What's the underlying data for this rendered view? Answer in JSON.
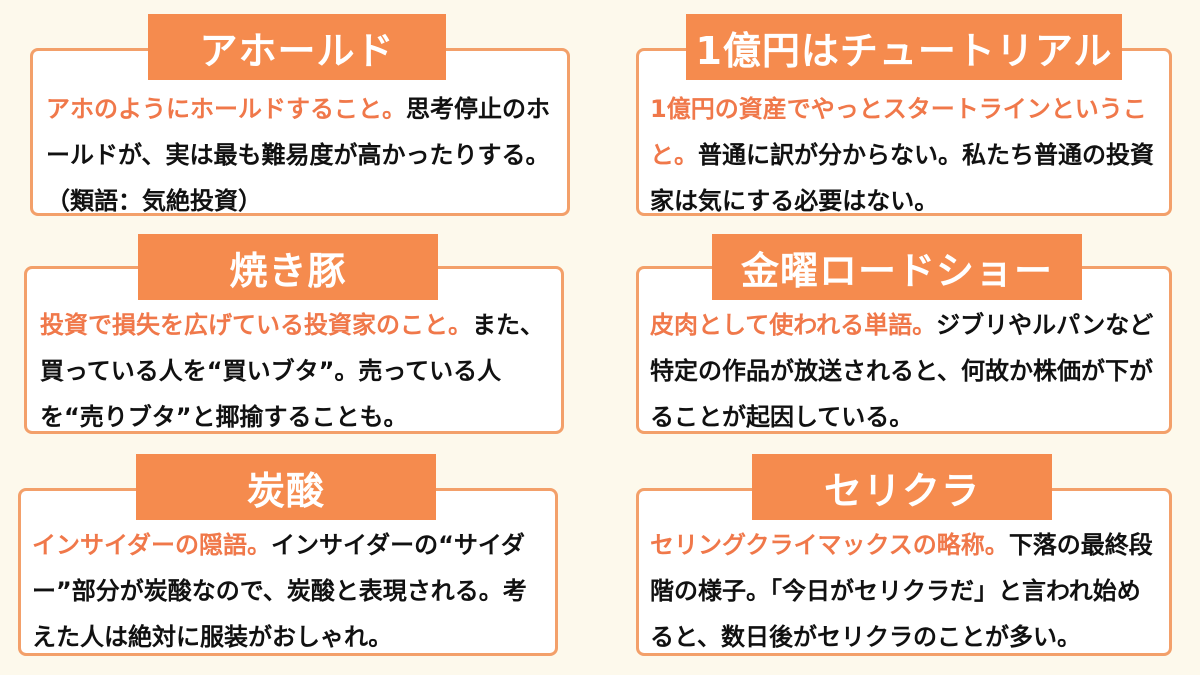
{
  "cards": [
    {
      "title": "アホールド",
      "highlight": "アホのようにホールドすること。",
      "text": "思考停止のホールドが、実は最も難易度が高かったりする。（類語：気絶投資）"
    },
    {
      "title": "1億円はチュートリアル",
      "highlight": "1億円の資産でやっとスタートラインということ。",
      "text": "普通に訳が分からない。私たち普通の投資家は気にする必要はない。"
    },
    {
      "title": "焼き豚",
      "highlight": "投資で損失を広げている投資家のこと。",
      "text": "また、買っている人を“買いブタ”。売っている人を“売りブタ”と揶揄することも。"
    },
    {
      "title": "金曜ロードショー",
      "highlight": "皮肉として使われる単語。",
      "text": "ジブリやルパンなど特定の作品が放送されると、何故か株価が下がることが起因している。"
    },
    {
      "title": "炭酸",
      "highlight": "インサイダーの隠語。",
      "text": "インサイダーの“サイダー”部分が炭酸なので、炭酸と表現される。考えた人は絶対に服装がおしゃれ。"
    },
    {
      "title": "セリクラ",
      "highlight": "セリングクライマックスの略称。",
      "text": "下落の最終段階の様子。「今日がセリクラだ」と言われ始めると、数日後がセリクラのことが多い。"
    }
  ],
  "colors": {
    "background": "#fdf9ec",
    "label_fill": "#f58b4e",
    "card_border": "#f3a06a",
    "highlight_text": "#f0784a",
    "body_text": "#111111"
  }
}
